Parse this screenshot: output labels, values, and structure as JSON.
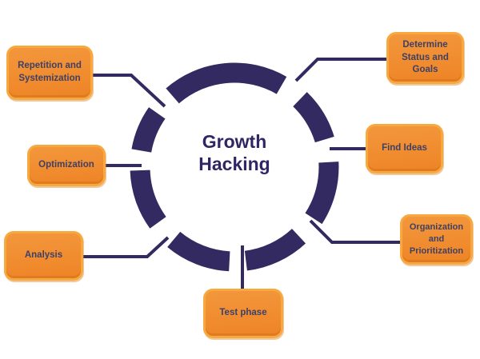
{
  "title": "Growth Hacking",
  "center_label": "Growth Hacking",
  "nodes": [
    {
      "id": "repetition",
      "label": "Repetition and Systemization"
    },
    {
      "id": "optimization",
      "label": "Optimization"
    },
    {
      "id": "analysis",
      "label": "Analysis"
    },
    {
      "id": "test_phase",
      "label": "Test phase"
    },
    {
      "id": "organization",
      "label": "Organization and Prioritization"
    },
    {
      "id": "find_ideas",
      "label": "Find Ideas"
    },
    {
      "id": "determine",
      "label": "Determine Status and Goals"
    }
  ],
  "colors": {
    "background": "#ffffff",
    "purple": "#322a60",
    "center_text": "#312566",
    "node_fill_top": "#f3973c",
    "node_fill_bottom": "#ee8426",
    "node_border": "#f7a83e",
    "node_text": "#3e4066"
  }
}
